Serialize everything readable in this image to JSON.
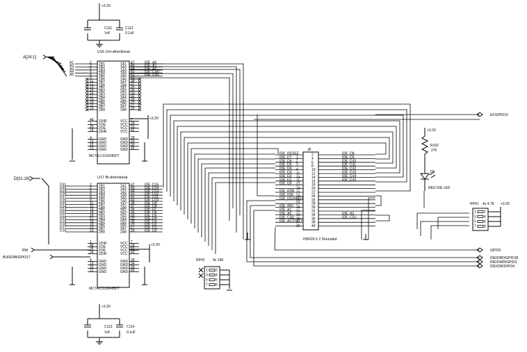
{
  "power": {
    "v33": "+3.3V"
  },
  "caps_top": {
    "c111": {
      "ref": "C111",
      "val": "1nF"
    },
    "c112": {
      "ref": "C112",
      "val": "0.1uF"
    }
  },
  "caps_bottom": {
    "c113": {
      "ref": "C113",
      "val": "1nF"
    },
    "c114": {
      "ref": "C114",
      "val": "0.1uF"
    }
  },
  "u16": {
    "title": "U16 Uni-directional",
    "part": "MC74LCX16245DT",
    "left_nets": [
      "A1",
      "A2",
      "A3",
      "A4",
      "A5"
    ],
    "left_pins": [
      "2",
      "3",
      "5",
      "6",
      "8",
      "9",
      "11",
      "12",
      "13",
      "14",
      "16",
      "17",
      "19",
      "20",
      "22",
      "23"
    ],
    "left_names": [
      "1B1",
      "1B2",
      "1B3",
      "1B4",
      "1B5",
      "1B6",
      "1B7",
      "1B8",
      "2B1",
      "2B2",
      "2B3",
      "2B4",
      "2B5",
      "2B6",
      "2B7",
      "2B8"
    ],
    "right_names": [
      "1A1",
      "1A2",
      "1A3",
      "1A4",
      "1A5",
      "1A6",
      "1A7",
      "1A8",
      "2A1",
      "2A2",
      "2A3",
      "2A4",
      "2A5",
      "2A6",
      "2A7",
      "2A8"
    ],
    "right_pins": [
      "47",
      "46",
      "44",
      "43",
      "41",
      "40",
      "38",
      "37",
      "36",
      "35",
      "33",
      "32",
      "30",
      "29",
      "27",
      "26"
    ],
    "right_nets": [
      "IDE_A0",
      "IDE_A1",
      "IDE_A2",
      "IDE_CS0",
      "IDE_CS1"
    ],
    "ctrl_left_pins": [
      "48",
      "1",
      "25",
      "24"
    ],
    "ctrl_names": [
      "1DIR",
      "1OE",
      "2OE",
      "2DIR"
    ],
    "vcc_pins": [
      "7",
      "18",
      "31",
      "42"
    ],
    "vcc_name": "VCC",
    "gnd_left_pins": [
      "4",
      "10",
      "15",
      "21"
    ],
    "gnd_right_pins": [
      "28",
      "34",
      "39",
      "45"
    ],
    "gnd_name": "GND"
  },
  "u17": {
    "title": "U17 Bi-directional",
    "part": "MC74LCX16245DT",
    "left_nets": [
      "D31",
      "D30",
      "D29",
      "D28",
      "D27",
      "D26",
      "D25",
      "D24",
      "D23",
      "D22",
      "D21",
      "D20",
      "D19",
      "D18",
      "D17",
      "D16"
    ],
    "left_pins": [
      "2",
      "3",
      "5",
      "6",
      "8",
      "9",
      "11",
      "12",
      "13",
      "14",
      "16",
      "17",
      "19",
      "20",
      "22",
      "23"
    ],
    "left_names": [
      "1B1",
      "1B2",
      "1B3",
      "1B4",
      "1B5",
      "1B6",
      "1B7",
      "1B8",
      "2B1",
      "2B2",
      "2B3",
      "2B4",
      "2B5",
      "2B6",
      "2B7",
      "2B8"
    ],
    "right_names": [
      "1A1",
      "1A2",
      "1A3",
      "1A4",
      "1A5",
      "1A6",
      "1A7",
      "1A8",
      "2A1",
      "2A2",
      "2A3",
      "2A4",
      "2A5",
      "2A6",
      "2A7",
      "2A8"
    ],
    "right_pins": [
      "47",
      "46",
      "44",
      "43",
      "41",
      "40",
      "38",
      "37",
      "36",
      "35",
      "33",
      "32",
      "30",
      "29",
      "27",
      "26"
    ],
    "right_nets": [
      "IDE_D15",
      "IDE_D14",
      "IDE_D13",
      "IDE_D12",
      "IDE_D11",
      "IDE_D10",
      "IDE_D9",
      "IDE_D8",
      "IDE_D7",
      "IDE_D6",
      "IDE_D5",
      "IDE_D4",
      "IDE_D3",
      "IDE_D2",
      "IDE_D1",
      "IDE_D0"
    ],
    "ctrl_left_pins": [
      "1",
      "48",
      "25",
      "24"
    ],
    "ctrl_names": [
      "1DIR",
      "1OE",
      "2OE",
      "2DIR"
    ],
    "vcc_pins": [
      "7",
      "18",
      "31",
      "42"
    ],
    "vcc_name": "VCC",
    "gnd_left_pins": [
      "4",
      "10",
      "15",
      "21"
    ],
    "gnd_right_pins": [
      "28",
      "34",
      "39",
      "45"
    ],
    "gnd_name": "GND"
  },
  "buses": {
    "address": "A[24:1]",
    "data": "D[31:16]"
  },
  "signals": {
    "rw": "RW",
    "bufen": "BUFENB/GPIO17",
    "efgpio": "EF/GPIO19",
    "gpio5": "GPIO5",
    "dsio_rd": "IDEIORD/GPIO18",
    "dsio_s2": "IDEIOWR/GPIO2",
    "dsio_s4": "IDEIOW/GPIO4"
  },
  "j8": {
    "ref": "J8",
    "title": "HDR20 X 2 Shrouded",
    "left_nets": [
      "IDE_RESET",
      "IDE_D7",
      "IDE_D6",
      "IDE_D5",
      "IDE_D4",
      "IDE_D3",
      "IDE_D2",
      "IDE_D1",
      "IDE_D0",
      "",
      "IDE_IOW",
      "IDE_IOR",
      "IDE_IOCHRDY",
      "",
      "IDE_IRQ",
      "IDE_A1",
      "IDE_A0",
      "IDE_CS0",
      "IDE_ACTIVITY"
    ],
    "left_pins": [
      "1",
      "3",
      "5",
      "7",
      "9",
      "11",
      "13",
      "15",
      "17",
      "19",
      "21",
      "23",
      "25",
      "27",
      "29",
      "31",
      "33",
      "35",
      "37",
      "39"
    ],
    "right_pins": [
      "2",
      "4",
      "6",
      "8",
      "10",
      "12",
      "14",
      "16",
      "18",
      "20",
      "22",
      "24",
      "26",
      "28",
      "30",
      "32",
      "34",
      "36",
      "38",
      "40"
    ],
    "right_nets": [
      "IDE_D8",
      "IDE_D9",
      "IDE_D10",
      "IDE_D11",
      "IDE_D12",
      "IDE_D13",
      "IDE_D14",
      "IDE_D15",
      "",
      "",
      "",
      "",
      "",
      "",
      "",
      "",
      "IDE_A2",
      "IDE_CS1",
      "",
      ""
    ]
  },
  "r102": {
    "ref": "R102",
    "val": "270"
  },
  "d9": {
    "ref": "D9",
    "val": "RED IDE LED"
  },
  "rp41": {
    "ref": "RP41",
    "val": "4x 4.7K",
    "pins_l": [
      "1",
      "3",
      "5",
      "7"
    ],
    "pins_r": [
      "2",
      "4",
      "6",
      "8"
    ]
  },
  "rp42": {
    "ref": "RP42",
    "val": "4x 10K",
    "pins_l": [
      "1",
      "3",
      "5",
      "7"
    ],
    "pins_r": [
      "2",
      "4",
      "6",
      "8"
    ]
  }
}
